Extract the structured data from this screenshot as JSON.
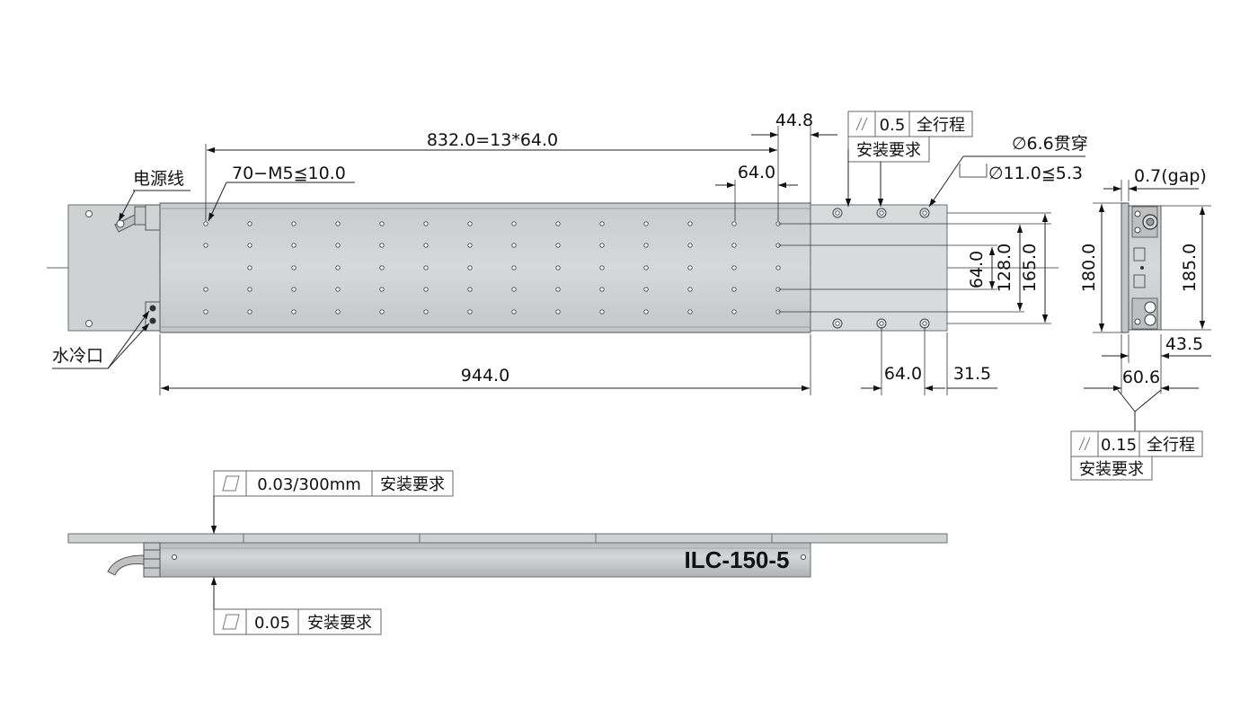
{
  "top_view": {
    "dim_pitch": "832.0=13*64.0",
    "dim_end": "44.8",
    "dim_pitch_single": "64.0",
    "holes_callout": "70−M5⪳10.0",
    "dim_overall": "944.0",
    "dim_stator_pitch": "64.0",
    "dim_stator_end": "31.5",
    "dim_row_pitch": "64.0",
    "dim_row_span": "128.0",
    "dim_width": "165.0",
    "label_power": "电源线",
    "label_cooling": "水冷口",
    "fcf_parallel_value": "0.5",
    "fcf_parallel_scope": "全行程",
    "fcf_parallel_note": "安装要求",
    "thru_hole": "∅6.6贯穿",
    "cbore": "∅11.0⪳5.3"
  },
  "end_view": {
    "dim_gap": "0.7(gap)",
    "dim_height_left": "180.0",
    "dim_height_right": "185.0",
    "dim_depth": "43.5",
    "dim_total": "60.6",
    "fcf_value": "0.15",
    "fcf_scope": "全行程",
    "fcf_note": "安装要求"
  },
  "side_view": {
    "model": "ILC-150-5",
    "flat_top_value": "0.03/300mm",
    "flat_top_note": "安装要求",
    "flat_bottom_value": "0.05",
    "flat_bottom_note": "安装要求"
  },
  "colors": {
    "body": "#cfd1d2",
    "body_edge": "#6b6e70",
    "stator": "#d8dadb",
    "line": "#222222"
  }
}
